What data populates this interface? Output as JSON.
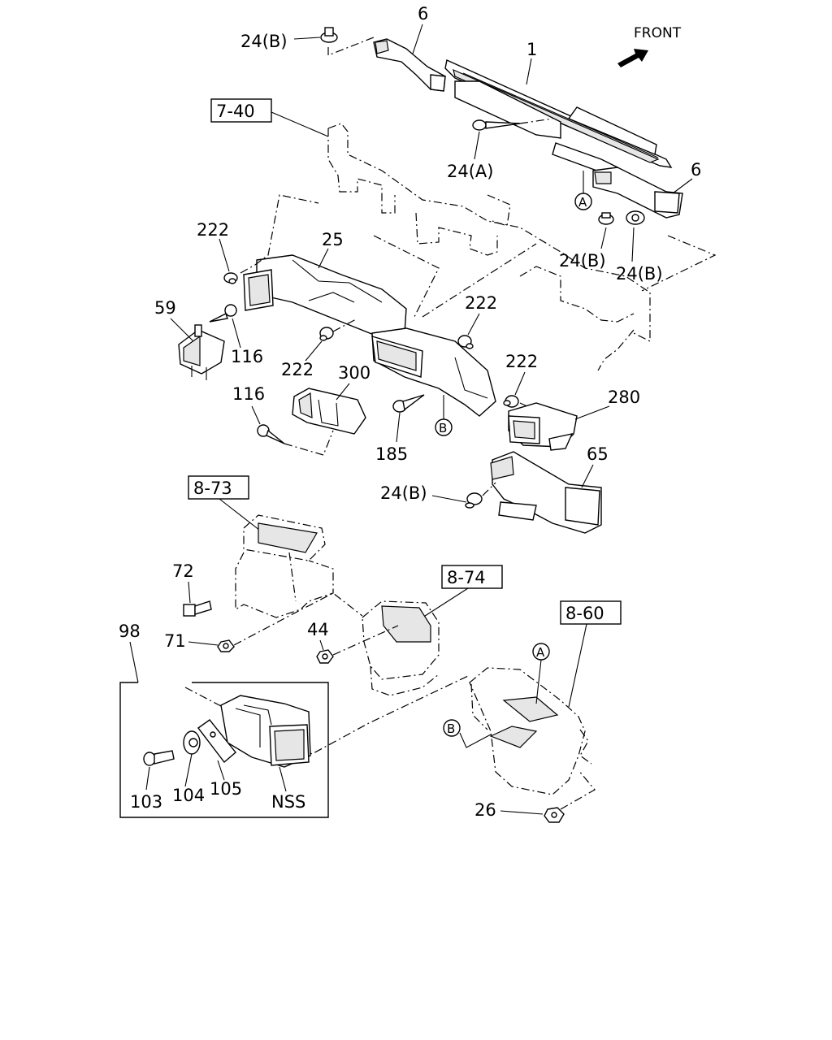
{
  "colors": {
    "ink": "#000000",
    "background": "#ffffff"
  },
  "front_label": "FRONT",
  "refs": {
    "r_7_40": "7-40",
    "r_8_73": "8-73",
    "r_8_74": "8-74",
    "r_8_60": "8-60"
  },
  "parts": {
    "p1": "1",
    "p6a": "6",
    "p6b": "6",
    "p24b_top": "24(B)",
    "p24a": "24(A)",
    "p24b_r1": "24(B)",
    "p24b_r2": "24(B)",
    "p24b_lower": "24(B)",
    "p222_a": "222",
    "p222_b": "222",
    "p222_c": "222",
    "p222_d": "222",
    "p25": "25",
    "p59": "59",
    "p116_a": "116",
    "p116_b": "116",
    "p300": "300",
    "p185": "185",
    "p280": "280",
    "p65": "65",
    "p72": "72",
    "p71": "71",
    "p44": "44",
    "p98": "98",
    "p103": "103",
    "p104": "104",
    "p105": "105",
    "nss": "NSS",
    "p26": "26"
  },
  "circles": {
    "a1": "A",
    "b1": "B",
    "a2": "A",
    "b2": "B"
  }
}
